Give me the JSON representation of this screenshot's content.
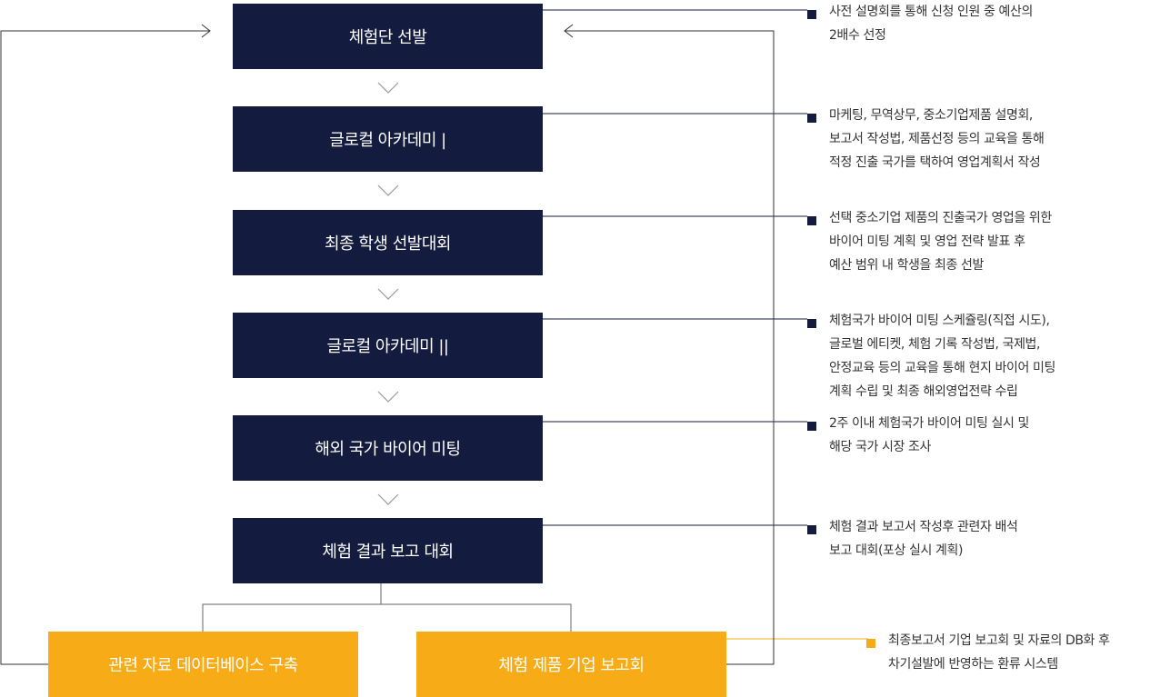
{
  "steps": [
    {
      "label": "체험단 선발"
    },
    {
      "label": "글로컬 아카데미 |"
    },
    {
      "label": "최종 학생 선발대회"
    },
    {
      "label": "글로컬 아카데미 ||"
    },
    {
      "label": "해외 국가 바이어 미팅"
    },
    {
      "label": "체험 결과 보고 대회"
    }
  ],
  "outputs": [
    {
      "label": "관련 자료 데이터베이스 구축"
    },
    {
      "label": "체험 제품 기업 보고회"
    }
  ],
  "notes": [
    {
      "lines": [
        "사전 설명회를 통해 신청 인원 중 예산의",
        "2배수 선정"
      ]
    },
    {
      "lines": [
        "마케팅, 무역상무, 중소기업제품 설명회,",
        "보고서 작성법, 제품선정 등의 교육을 통해",
        "적정 진출 국가를 택하여 영업계획서 작성"
      ]
    },
    {
      "lines": [
        "선택 중소기업 제품의 진출국가 영업을 위한",
        "바이어 미팅 계획 및 영업 전략 발표 후",
        "예산 범위 내 학생을 최종 선발"
      ]
    },
    {
      "lines": [
        "체험국가 바이어 미팅 스케쥴링(직접 시도),",
        "글로벌 에티켓, 체험 기록 작성법, 국제법,",
        "안정교육 등의 교육을 통해 현지 바이어 미팅",
        "계획 수립 및 최종 해외영업전략 수립"
      ]
    },
    {
      "lines": [
        "2주 이내 체험국가 바이어 미팅 실시 및",
        "해당 국가 시장 조사"
      ]
    },
    {
      "lines": [
        "체험 결과 보고서 작성후 관련자 배석",
        "보고 대회(포상 실시 계획)"
      ]
    },
    {
      "lines": [
        "최종보고서 기업 보고회 및 자료의 DB화 후",
        "차기설발에 반영하는 환류 시스템"
      ]
    }
  ],
  "colors": {
    "navy": "#131b3f",
    "orange": "#f6ab17",
    "line_gray": "#555555",
    "chevron": "#999999"
  }
}
